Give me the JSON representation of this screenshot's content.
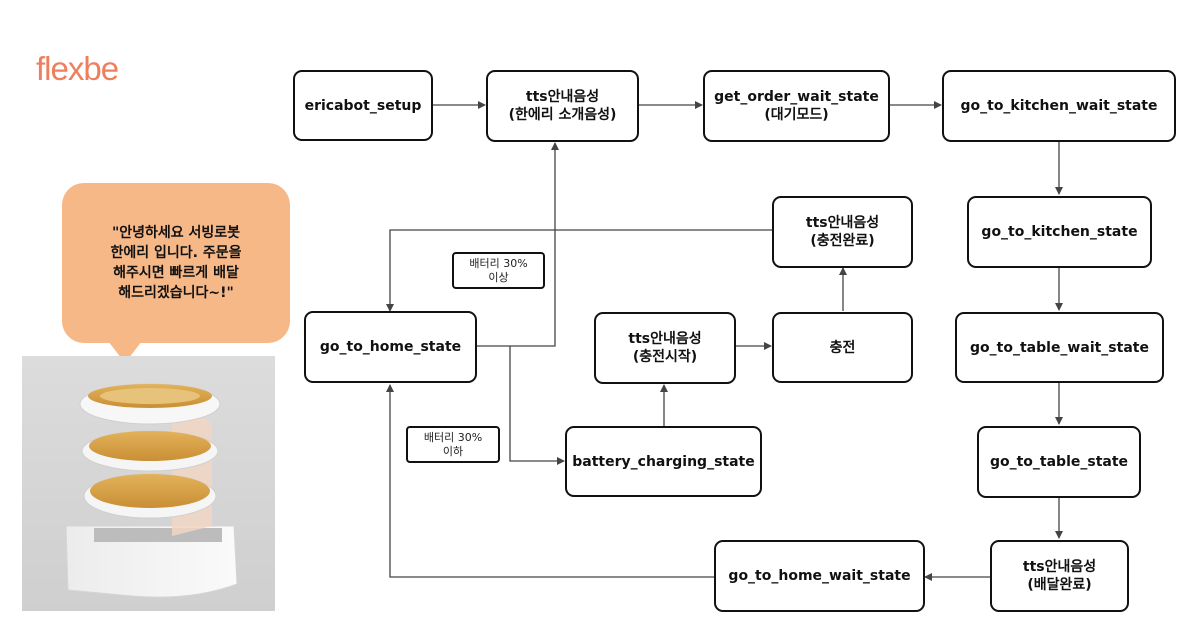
{
  "logo": "flexbe",
  "bubble_text": "\"안녕하세요 서빙로봇\n한에리 입니다. 주문을\n해주시면 빠르게 배달\n해드리겠습니다~!\"",
  "nodes": {
    "ericabot_setup": "ericabot_setup",
    "tts_intro": "tts안내음성\n(한에리 소개음성)",
    "get_order_wait": "get_order_wait_state\n(대기모드)",
    "go_to_kitchen_wait": "go_to_kitchen_wait_state",
    "go_to_kitchen": "go_to_kitchen_state",
    "go_to_table_wait": "go_to_table_wait_state",
    "go_to_table": "go_to_table_state",
    "tts_delivery_done": "tts안내음성\n(배달완료)",
    "go_to_home_wait": "go_to_home_wait_state",
    "go_to_home": "go_to_home_state",
    "tts_charge_done": "tts안내음성\n(충전완료)",
    "charge": "충전",
    "tts_charge_start": "tts안내음성\n(충전시작)",
    "battery_charging": "battery_charging_state"
  },
  "edge_labels": {
    "battery_above": "배터리 30%\n이상",
    "battery_below": "배터리 30%\n이하"
  },
  "colors": {
    "logo": "#ee7f5d",
    "bubble": "#f7b888",
    "stroke": "#111111"
  }
}
